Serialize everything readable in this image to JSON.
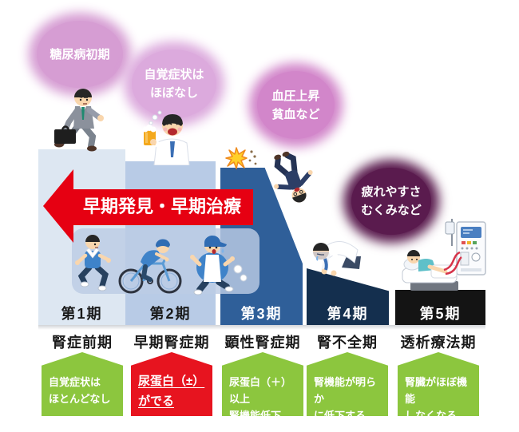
{
  "symptom_bubbles": [
    {
      "lines": [
        "糖尿病初期"
      ],
      "color": "#d69dd3"
    },
    {
      "lines": [
        "自覚症状は",
        "ほぼなし"
      ],
      "color": "#dcaadd"
    },
    {
      "lines": [
        "血圧上昇",
        "貧血など"
      ],
      "color": "#d286ca"
    },
    {
      "lines": [
        "疲れやすさ",
        "むくみなど"
      ],
      "color": "#5a1b4e"
    }
  ],
  "arrow": {
    "label": "早期発見・早期治療",
    "color": "#e60012",
    "direction": "left"
  },
  "stages": [
    {
      "period": "第1期",
      "name": "腎症前期",
      "note_lines": [
        "自覚症状は",
        "ほとんどなし"
      ],
      "note_color": "#8cc63e",
      "step_color": "#dde7f2"
    },
    {
      "period": "第2期",
      "name": "早期腎症期",
      "note_lines": [
        "尿蛋白（±）",
        "がでる"
      ],
      "note_color": "#e7141f",
      "step_color": "#b8cbe6"
    },
    {
      "period": "第3期",
      "name": "顕性腎症期",
      "note_lines": [
        "尿蛋白（＋）以上",
        "腎機能低下"
      ],
      "note_color": "#8cc63e",
      "step_color": "#2f5f99"
    },
    {
      "period": "第4期",
      "name": "腎不全期",
      "note_lines": [
        "腎機能が明らか",
        "に低下する"
      ],
      "note_color": "#8cc63e",
      "step_color": "#142f4e"
    },
    {
      "period": "第5期",
      "name": "透析療法期",
      "note_lines": [
        "腎臓がほぼ機能",
        "しなくなる"
      ],
      "note_color": "#8cc63e",
      "step_color": "#141414"
    }
  ],
  "illustrations": [
    "walking-businessman-illustration",
    "drinking-man-illustration",
    "falling-man-illustration",
    "crash-spark-icon",
    "runner-illustration",
    "cyclist-illustration",
    "jogger-illustration",
    "exhausted-man-illustration",
    "dialysis-patient-illustration"
  ]
}
